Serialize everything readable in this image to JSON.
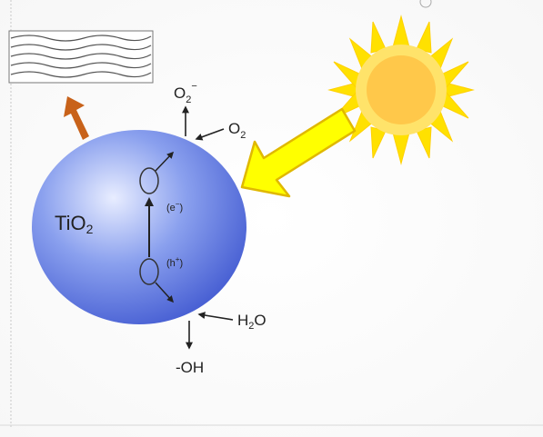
{
  "diagram": {
    "particle_label": {
      "main": "TiO",
      "sub": "2"
    },
    "o2_product": {
      "main": "O",
      "sub": "2",
      "sup": "−"
    },
    "o2_reactant": {
      "main": "O",
      "sub": "2"
    },
    "h2o": {
      "pre": "H",
      "sub": "2",
      "post": "O"
    },
    "oh_product": "-OH",
    "electron": {
      "open": "(e",
      "sup": "−",
      "close": ")"
    },
    "hole": {
      "open": "(h",
      "sup": "+",
      "close": ")"
    }
  },
  "colors": {
    "particle_light": "#e8edff",
    "particle_mid": "#8aa0ee",
    "particle_dark": "#3d55cf",
    "sun_core": "#ffc84a",
    "sun_rays": "#ffe100",
    "light_arrow_fill": "#ffff00",
    "light_arrow_stroke": "#e0b800",
    "heat_arrow": "#c8621a"
  }
}
